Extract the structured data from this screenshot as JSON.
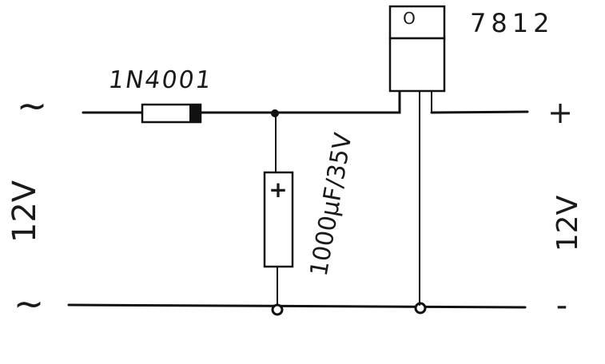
{
  "labels": {
    "diode": "1N4001",
    "regulator": "7812",
    "regulator_pin": "O",
    "capacitor": "1000µF/35V",
    "capacitor_polarity": "+",
    "input_voltage": "12V",
    "output_voltage": "12V",
    "ac_top": "~",
    "ac_bottom": "~",
    "output_plus": "+",
    "output_minus": "-"
  },
  "colors": {
    "ink": "#111111",
    "background": "#ffffff"
  }
}
